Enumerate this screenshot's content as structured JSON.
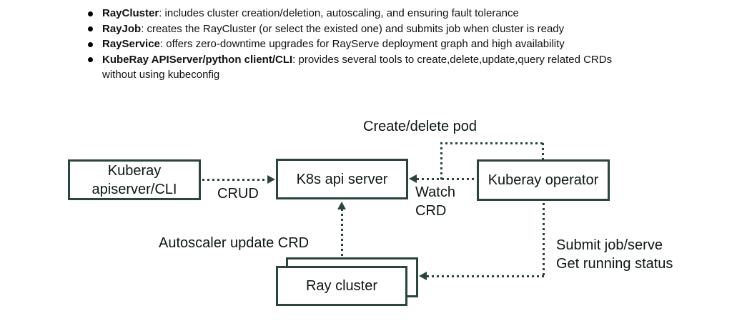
{
  "colors": {
    "line": "#2b443d",
    "text": "#111111",
    "background": "#ffffff"
  },
  "bullets": [
    {
      "term": "RayCluster",
      "rest": ": includes cluster creation/deletion, autoscaling, and ensuring fault tolerance"
    },
    {
      "term": "RayJob",
      "rest": ": creates the RayCluster (or select the existed one) and submits job when cluster is ready"
    },
    {
      "term": "RayService",
      "rest": ": offers zero-downtime upgrades for RayServe deployment graph and high availability"
    },
    {
      "term": "KubeRay APIServer/python client/CLI",
      "rest": ": provides several tools to create,delete,update,query related CRDs without using kubeconfig"
    }
  ],
  "diagram": {
    "nodes": {
      "kuberay_apiserver": "Kuberay apiserver/CLI",
      "k8s_api_server": "K8s api server",
      "kuberay_operator": "Kuberay operator",
      "ray_cluster": "Ray cluster"
    },
    "edges": {
      "crud": "CRUD",
      "watch_crd": "Watch CRD",
      "create_delete_pod": "Create/delete pod",
      "autoscaler_update_crd": "Autoscaler update CRD",
      "submit_job": "Submit job/serve",
      "get_status": "Get running status"
    }
  }
}
